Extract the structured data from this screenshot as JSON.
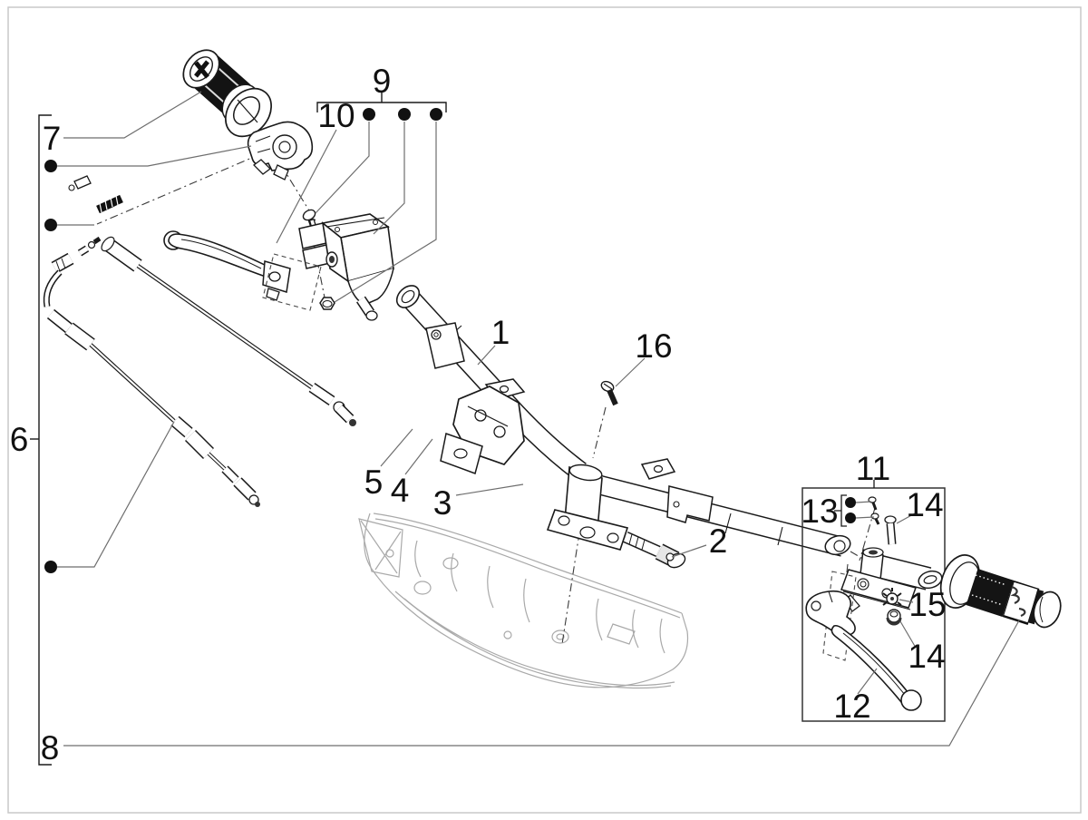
{
  "callouts": {
    "n1": "1",
    "n2": "2",
    "n3": "3",
    "n4": "4",
    "n5": "5",
    "n6": "6",
    "n7": "7",
    "n8": "8",
    "n9": "9",
    "n10": "10",
    "n11": "11",
    "n12": "12",
    "n13": "13",
    "n14_top": "14",
    "n14_bottom": "14",
    "n15": "15",
    "n16": "16"
  },
  "colors": {
    "background": "#ffffff",
    "line": "#1a1a1a",
    "panel_line": "#a9a9a9",
    "leader_line": "#6e6e6e",
    "label": "#111111",
    "grip_fill": "#141414",
    "page_border": "#c9c9c9"
  }
}
